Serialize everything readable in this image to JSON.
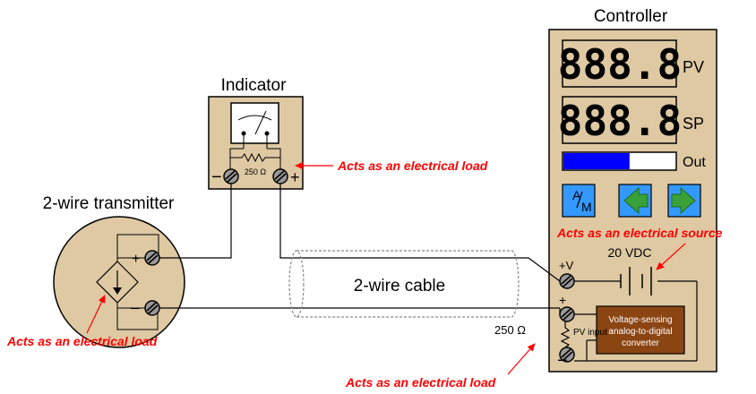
{
  "controller": {
    "title": "Controller",
    "pv_display": "888.8",
    "pv_label": "PV",
    "sp_display": "888.8",
    "sp_label": "SP",
    "out_label": "Out",
    "out_level": 0.59,
    "am_top": "A",
    "am_bottom": "M",
    "source_label": "20 VDC",
    "plus_v_label": "+V",
    "plus_label": "+",
    "minus_label": "−",
    "pv_input_label": "PV input",
    "converter_line1": "Voltage-sensing",
    "converter_line2": "analog-to-digital",
    "converter_line3": "converter",
    "resistor_label": "250 Ω"
  },
  "indicator": {
    "title": "Indicator",
    "resistor_label": "250 Ω",
    "minus_label": "−",
    "plus_label": "+"
  },
  "transmitter": {
    "title": "2-wire transmitter",
    "plus_label": "+",
    "minus_label": "−"
  },
  "cable": {
    "label": "2-wire cable"
  },
  "annotations": {
    "indicator_load": "Acts as an electrical load",
    "transmitter_load": "Acts as an electrical load",
    "source": "Acts as an electrical source",
    "resistor_load": "Acts as an electrical load"
  },
  "colors": {
    "panel": "#dec9a3",
    "converter": "#8b4513",
    "bar": "#0000ff",
    "arrow_btn": "#39a03a",
    "am_btn": "#3399ff",
    "annotation": "#ff0000"
  }
}
